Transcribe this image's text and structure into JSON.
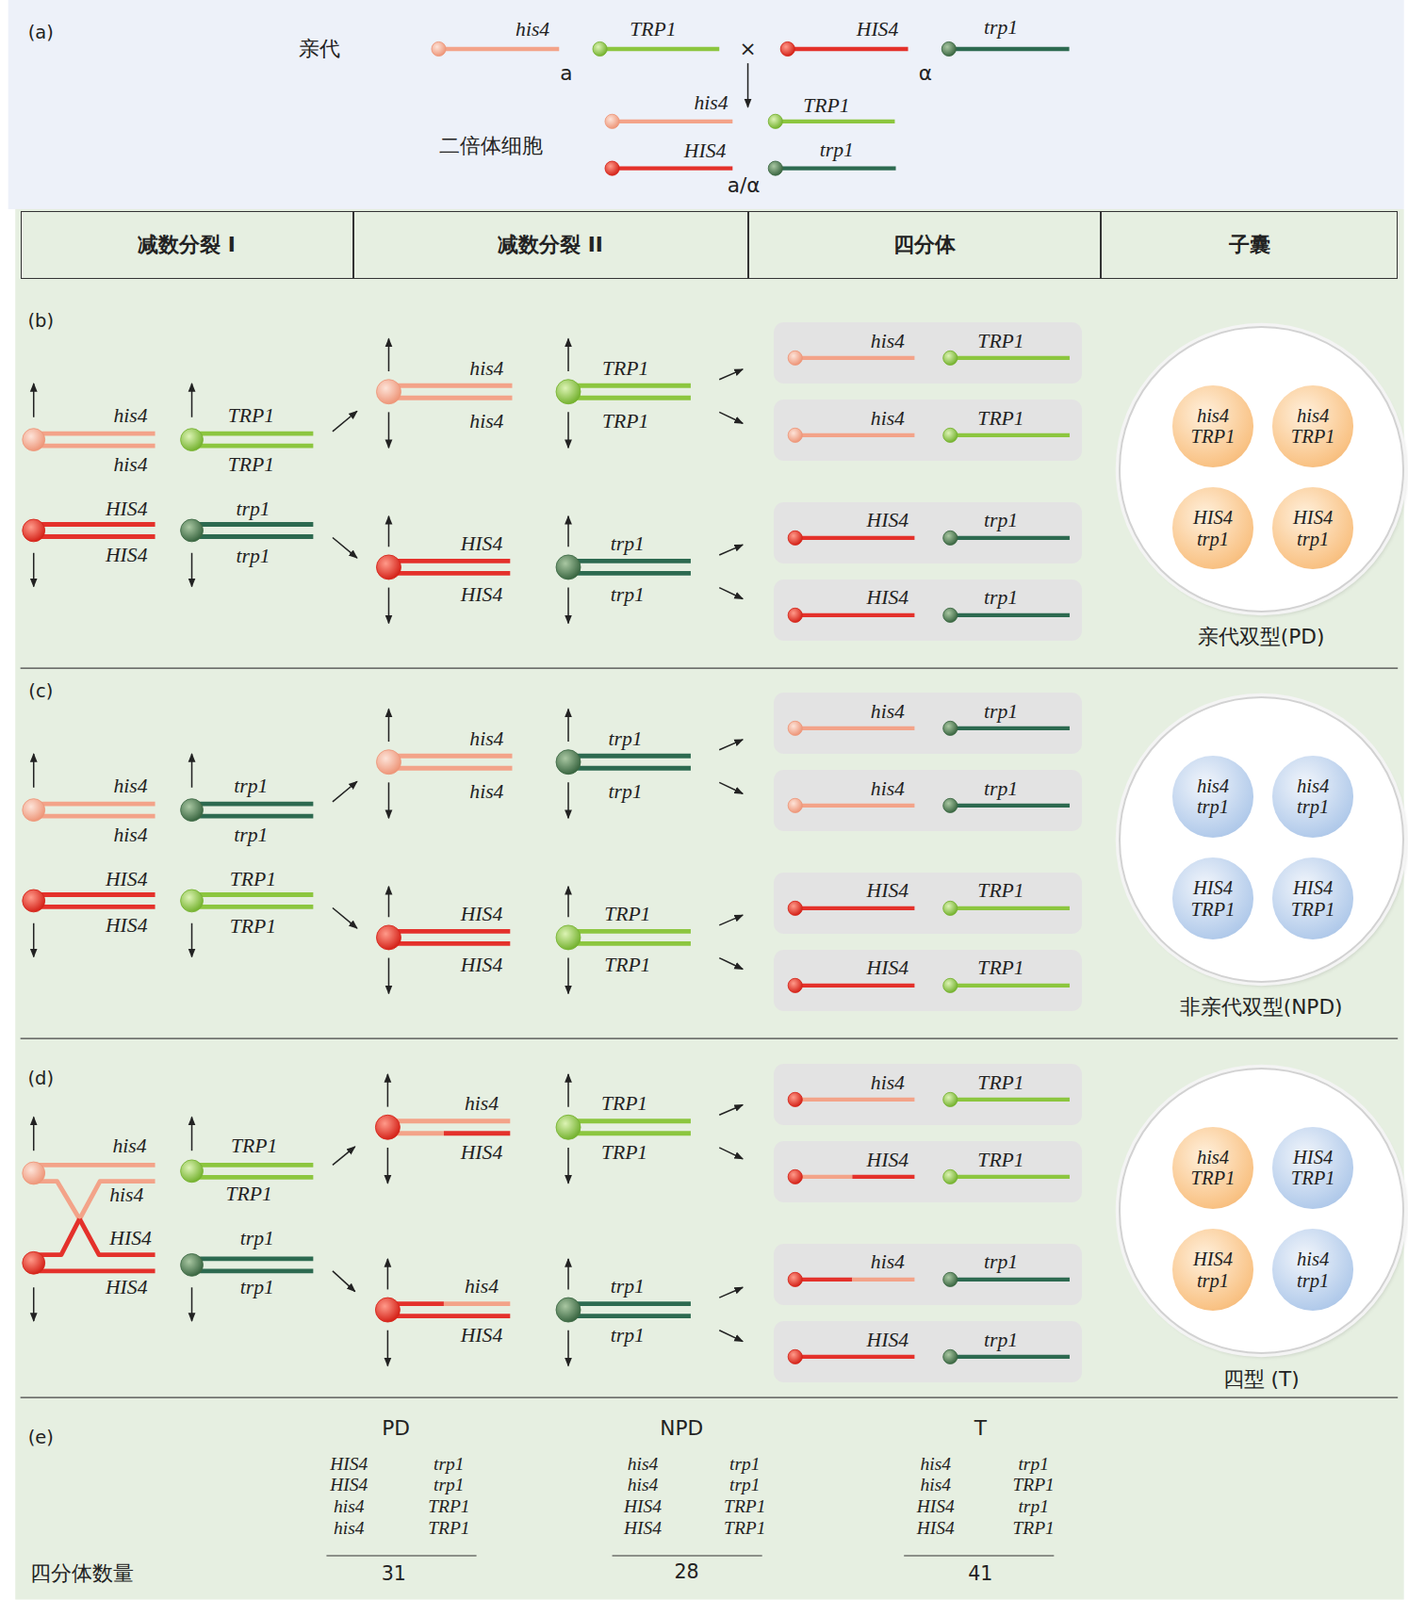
{
  "diagram": {
    "nodes": [
      {
        "text": [
          "减数分裂 I"
        ]
      },
      {
        "text": [
          "减数分裂 II"
        ]
      },
      {
        "text": [
          "四分体"
        ]
      },
      {
        "text": [
          "子囊"
        ]
      },
      {
        "text": [
          "his4",
          "TRP1"
        ]
      },
      {
        "text": [
          "his4",
          "TRP1"
        ]
      },
      {
        "text": [
          "HIS4",
          "trp1"
        ]
      },
      {
        "text": [
          "HIS4",
          "trp1"
        ]
      },
      {
        "text": [
          "亲代双型(PD)"
        ]
      },
      {
        "text": [
          "his4 TRP1"
        ],
        "in": 8
      },
      {
        "text": [
          "his4 TRP1"
        ],
        "in": 8
      },
      {
        "text": [
          "HIS4 trp1"
        ],
        "in": 8
      },
      {
        "text": [
          "HIS4 trp1"
        ],
        "in": 8
      },
      {
        "text": [
          "his4",
          "trp1"
        ]
      },
      {
        "text": [
          "his4",
          "trp1"
        ]
      },
      {
        "text": [
          "HIS4",
          "TRP1"
        ]
      },
      {
        "text": [
          "HIS4",
          "TRP1"
        ]
      },
      {
        "text": [
          "非亲代双型(NPD)"
        ]
      },
      {
        "text": [
          "his4 trp1"
        ],
        "in": 17
      },
      {
        "text": [
          "his4 trp1"
        ],
        "in": 17
      },
      {
        "text": [
          "HIS4 TRP1"
        ],
        "in": 17
      },
      {
        "text": [
          "HIS4 TRP1"
        ],
        "in": 17
      },
      {
        "text": [
          "his4",
          "TRP1"
        ]
      },
      {
        "text": [
          "HIS4",
          "TRP1"
        ]
      },
      {
        "text": [
          "his4",
          "trp1"
        ]
      },
      {
        "text": [
          "HIS4",
          "trp1"
        ]
      },
      {
        "text": [
          "四型 (T)"
        ]
      },
      {
        "text": [
          "his4 TRP1"
        ],
        "in": 26
      },
      {
        "text": [
          "HIS4 TRP1"
        ],
        "in": 26
      },
      {
        "text": [
          "HIS4 trp1"
        ],
        "in": 26
      },
      {
        "text": [
          "his4 trp1"
        ],
        "in": 26
      }
    ],
    "labels": [
      "(a)",
      "亲代",
      "his4",
      "a",
      "TRP1",
      "×",
      "HIS4",
      "α",
      "trp1",
      "二倍体细胞",
      "his4",
      "TRP1",
      "HIS4",
      "trp1",
      "a/α",
      "(b)",
      "his4",
      "his4",
      "TRP1",
      "TRP1",
      "HIS4",
      "HIS4",
      "trp1",
      "trp1",
      "his4",
      "his4",
      "TRP1",
      "TRP1",
      "HIS4",
      "HIS4",
      "trp1",
      "trp1",
      "(c)",
      "his4",
      "his4",
      "trp1",
      "trp1",
      "HIS4",
      "HIS4",
      "TRP1",
      "TRP1",
      "his4",
      "his4",
      "trp1",
      "trp1",
      "HIS4",
      "HIS4",
      "TRP1",
      "TRP1",
      "(d)",
      "his4",
      "his4",
      "TRP1",
      "TRP1",
      "HIS4",
      "HIS4",
      "trp1",
      "trp1",
      "his4",
      "HIS4",
      "TRP1",
      "TRP1",
      "his4",
      "HIS4",
      "trp1",
      "trp1",
      "(e)",
      "PD",
      "NPD",
      "T",
      "HIS4",
      "trp1",
      "HIS4",
      "trp1",
      "his4",
      "TRP1",
      "his4",
      "TRP1",
      "his4",
      "trp1",
      "his4",
      "trp1",
      "HIS4",
      "TRP1",
      "HIS4",
      "TRP1",
      "his4",
      "trp1",
      "his4",
      "TRP1",
      "HIS4",
      "trp1",
      "HIS4",
      "TRP1",
      "四分体数量",
      "31",
      "28",
      "41"
    ]
  }
}
